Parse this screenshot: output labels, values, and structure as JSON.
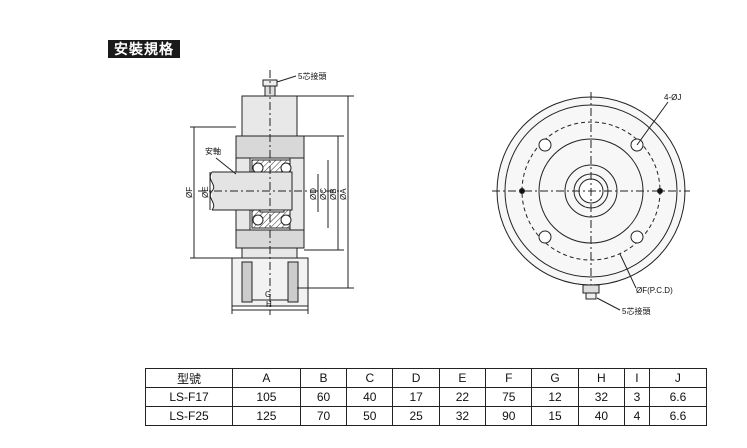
{
  "section_title": "安裝規格",
  "side_view": {
    "connector_label": "5芯接頭",
    "shaft_label": "安軸",
    "dims": {
      "A": "ØA",
      "B": "ØB",
      "C": "ØC",
      "D": "ØD",
      "E": "ØE",
      "F": "ØF",
      "G": "G",
      "H": "H"
    }
  },
  "front_view": {
    "hole_label": "4-ØJ",
    "pcd_label": "ØF(P.C.D)",
    "connector_label": "5芯接頭"
  },
  "spec_table": {
    "headers": [
      "型號",
      "A",
      "B",
      "C",
      "D",
      "E",
      "F",
      "G",
      "H",
      "I",
      "J"
    ],
    "rows": [
      [
        "LS-F17",
        "105",
        "60",
        "40",
        "17",
        "22",
        "75",
        "12",
        "32",
        "3",
        "6.6"
      ],
      [
        "LS-F25",
        "125",
        "70",
        "50",
        "25",
        "32",
        "90",
        "15",
        "40",
        "4",
        "6.6"
      ]
    ]
  }
}
